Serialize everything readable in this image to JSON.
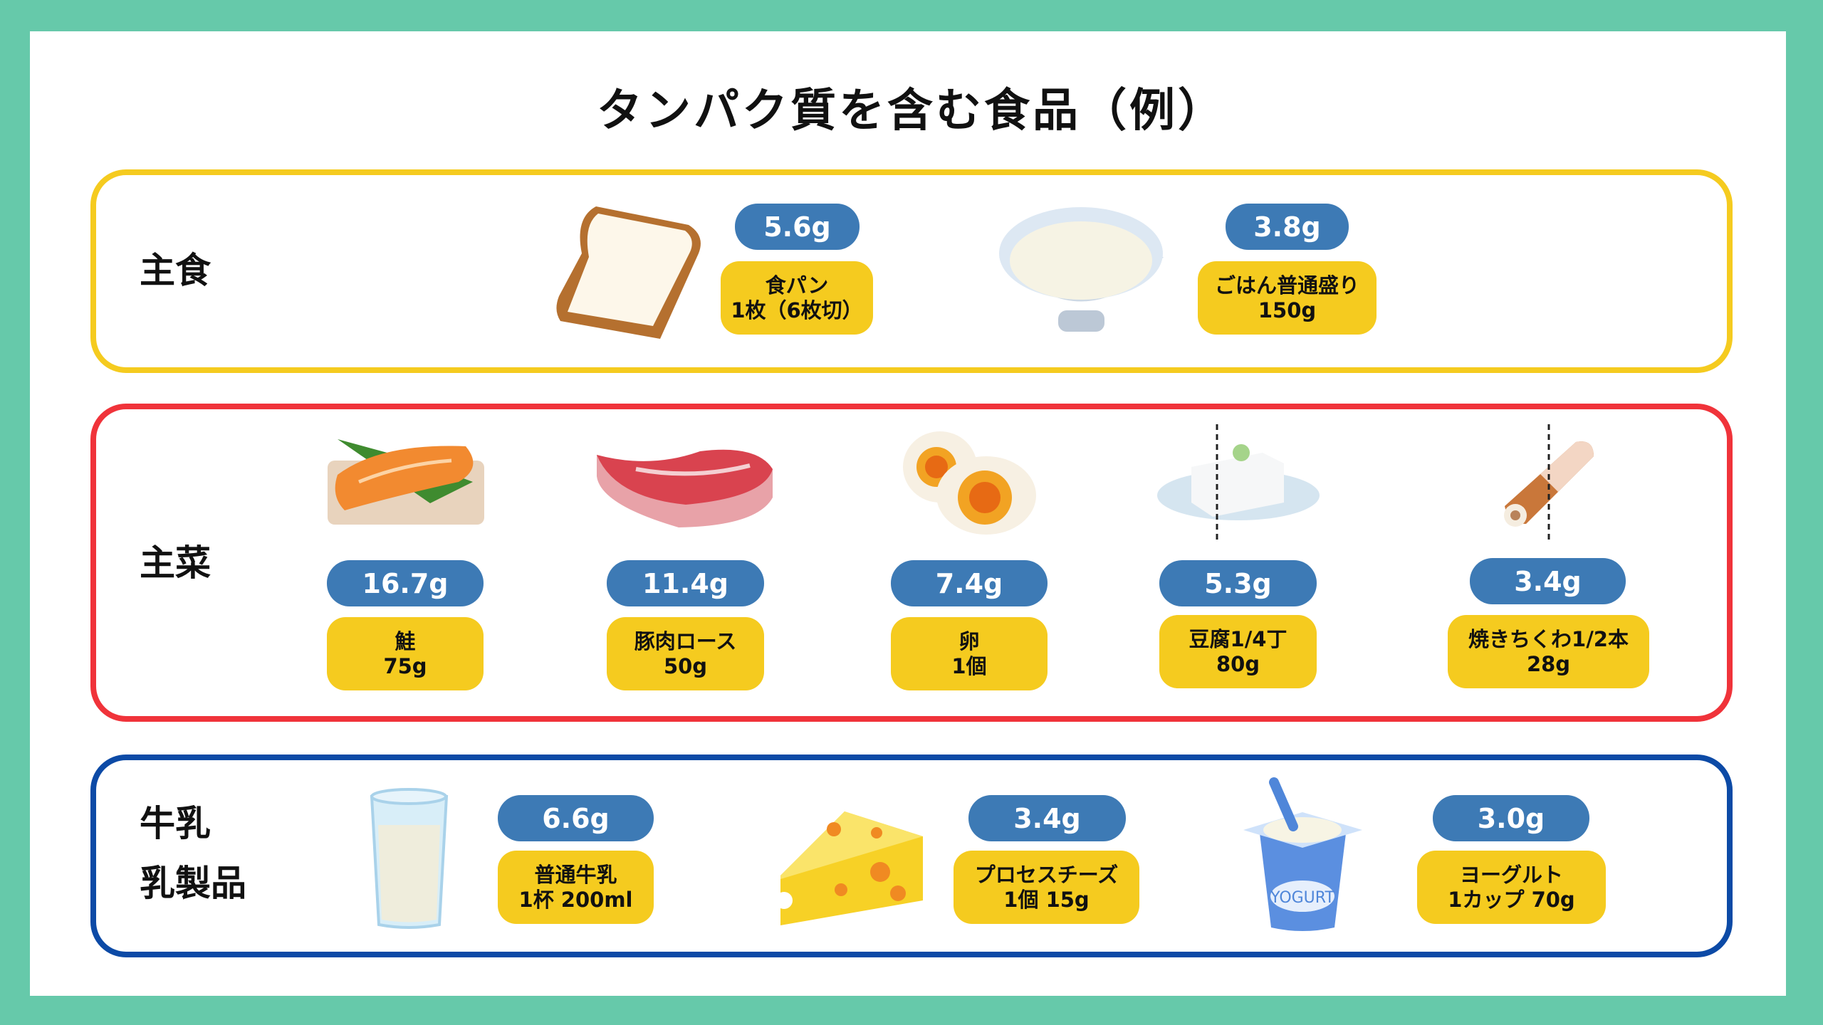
{
  "title": "タンパク質を含む食品（例）",
  "colors": {
    "background": "#66c9aa",
    "staple": "#f5cb1f",
    "main": "#f0333a",
    "dairy": "#0c4aa6",
    "protein_pill": "#3d7ab5",
    "label": "#f5cb1f"
  },
  "sections": [
    {
      "label": "主食",
      "items": [
        {
          "icon": "bread-icon",
          "protein": "5.6g",
          "name": "食パン",
          "amount": "1枚（6枚切）"
        },
        {
          "icon": "rice-bowl-icon",
          "protein": "3.8g",
          "name": "ごはん普通盛り",
          "amount": "150g"
        }
      ]
    },
    {
      "label": "主菜",
      "items": [
        {
          "icon": "salmon-icon",
          "protein": "16.7g",
          "name": "鮭",
          "amount": "75g"
        },
        {
          "icon": "pork-loin-icon",
          "protein": "11.4g",
          "name": "豚肉ロース",
          "amount": "50g"
        },
        {
          "icon": "boiled-egg-icon",
          "protein": "7.4g",
          "name": "卵",
          "amount": "1個"
        },
        {
          "icon": "tofu-icon",
          "protein": "5.3g",
          "name": "豆腐1/4丁",
          "amount": "80g"
        },
        {
          "icon": "chikuwa-icon",
          "protein": "3.4g",
          "name": "焼きちくわ1/2本",
          "amount": "28g"
        }
      ]
    },
    {
      "label_lines": [
        "牛乳",
        "乳製品"
      ],
      "items": [
        {
          "icon": "milk-glass-icon",
          "protein": "6.6g",
          "name": "普通牛乳",
          "amount": "1杯 200ml"
        },
        {
          "icon": "cheese-icon",
          "protein": "3.4g",
          "name": "プロセスチーズ",
          "amount": "1個 15g"
        },
        {
          "icon": "yogurt-icon",
          "protein": "3.0g",
          "name": "ヨーグルト",
          "amount": "1カップ 70g",
          "logo_text": "YOGURT"
        }
      ]
    }
  ]
}
